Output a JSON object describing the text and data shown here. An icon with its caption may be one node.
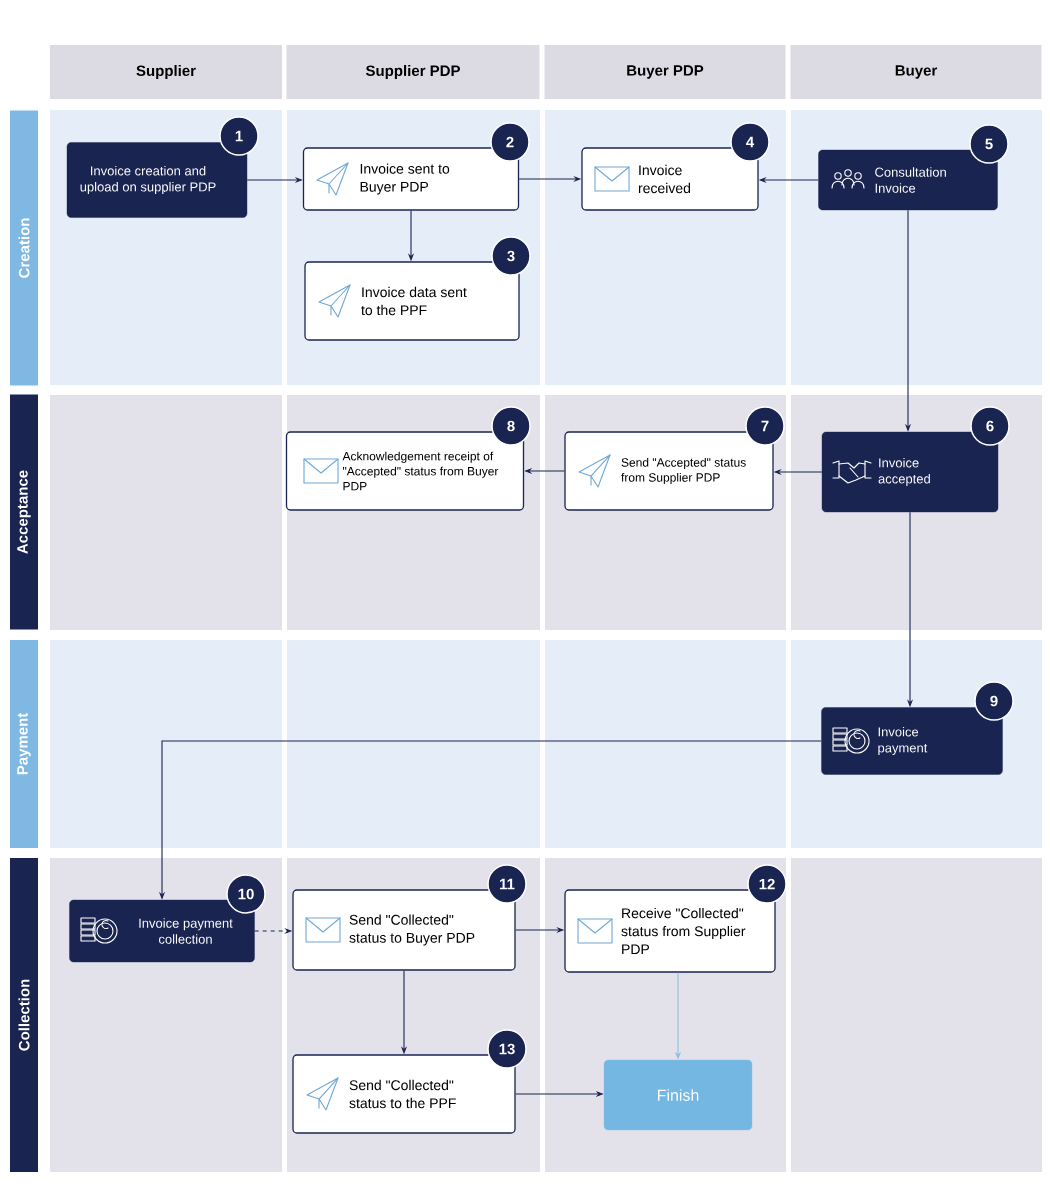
{
  "diagram": {
    "nodes": [
      {
        "text": [
          "Supplier"
        ]
      },
      {
        "text": [
          "Supplier PDP"
        ]
      },
      {
        "text": [
          "Buyer PDP"
        ]
      },
      {
        "text": [
          "Buyer"
        ]
      },
      {
        "text": [
          "Creation"
        ]
      },
      {
        "text": [
          "Acceptance"
        ]
      },
      {
        "text": [
          "Payment"
        ]
      },
      {
        "text": [
          "Collection"
        ]
      },
      {
        "text": [
          "Invoice creation and upload on supplier PDP"
        ],
        "beside": [
          "1"
        ]
      },
      {
        "text": [
          "Invoice sent to Buyer PDP"
        ],
        "beside": [
          "2"
        ]
      },
      {
        "text": [
          "Invoice received"
        ],
        "beside": [
          "4"
        ]
      },
      {
        "text": [
          "Consultation Invoice"
        ],
        "beside": [
          "5"
        ]
      },
      {
        "text": [
          "Invoice data sent to the PPF"
        ],
        "beside": [
          "3"
        ]
      },
      {
        "text": [
          "Acknowledgement receipt of \"Accepted\" status from Buyer PDP"
        ],
        "beside": [
          "8"
        ]
      },
      {
        "text": [
          "Send \"Accepted\" status from Supplier PDP"
        ],
        "beside": [
          "7"
        ]
      },
      {
        "text": [
          "Invoice accepted"
        ],
        "beside": [
          "6"
        ]
      },
      {
        "text": [
          "Invoice payment"
        ],
        "beside": [
          "9"
        ]
      },
      {
        "text": [
          "Invoice payment collection"
        ],
        "beside": [
          "10"
        ]
      },
      {
        "text": [
          "Send \"Collected\" status to Buyer PDP"
        ],
        "beside": [
          "11"
        ]
      },
      {
        "text": [
          "Receive \"Collected\" status from Supplier PDP"
        ],
        "beside": [
          "12"
        ]
      },
      {
        "text": [
          "Send \"Collected\" status to the PPF"
        ],
        "beside": [
          "13"
        ]
      },
      {
        "text": [
          "Finish"
        ]
      }
    ],
    "edges": [
      {
        "from": 8,
        "to": 9,
        "arrow": "to"
      },
      {
        "from": 9,
        "to": 10,
        "arrow": "to"
      },
      {
        "from": 11,
        "to": 10,
        "arrow": "to"
      },
      {
        "from": 9,
        "to": 12,
        "arrow": "to"
      },
      {
        "from": 11,
        "to": 15,
        "arrow": "to"
      },
      {
        "from": 15,
        "to": 14,
        "arrow": "to"
      },
      {
        "from": 14,
        "to": 13,
        "arrow": "to"
      },
      {
        "from": 15,
        "to": 16,
        "arrow": "to"
      },
      {
        "from": 16,
        "to": 17,
        "arrow": "to"
      },
      {
        "from": 17,
        "to": 18,
        "arrow": "to",
        "style": "dashed"
      },
      {
        "from": 18,
        "to": 19,
        "arrow": "to"
      },
      {
        "from": 18,
        "to": 20,
        "arrow": "to"
      },
      {
        "from": 19,
        "to": 21,
        "arrow": "to",
        "color": "#8cc0e3"
      },
      {
        "from": 20,
        "to": 21,
        "arrow": "to"
      }
    ]
  }
}
